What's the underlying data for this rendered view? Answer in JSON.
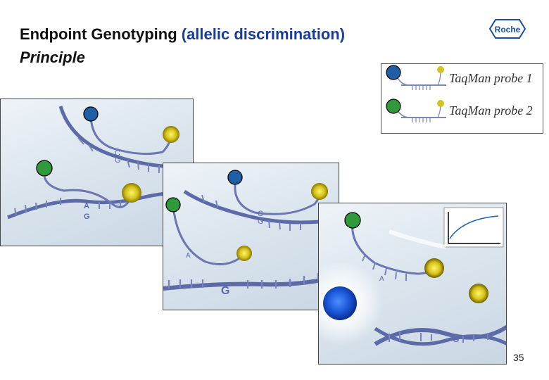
{
  "title": {
    "line1_main": "Endpoint Genotyping ",
    "line1_accent": "(allelic discrimination)",
    "line2": "Principle"
  },
  "logo": {
    "text": "Roche"
  },
  "legend": {
    "probe1": "TaqMan probe 1",
    "probe2": "TaqMan probe 2"
  },
  "panel1": {
    "base_upper_top": "C",
    "base_upper_bottom": "G",
    "base_lower_top": "A",
    "base_lower_bottom": "G"
  },
  "panel2": {
    "base_top": "C",
    "base_bottom": "G",
    "base_free": "A",
    "base_strand": "G"
  },
  "panel3": {
    "base_probe": "A",
    "base_strand": "G"
  },
  "page_number": "35",
  "colors": {
    "reporter_blue": "#1f5fa8",
    "reporter_green": "#2e9a3c",
    "quencher_yellow": "#d6c21a",
    "title_accent": "#1a3c9c"
  }
}
